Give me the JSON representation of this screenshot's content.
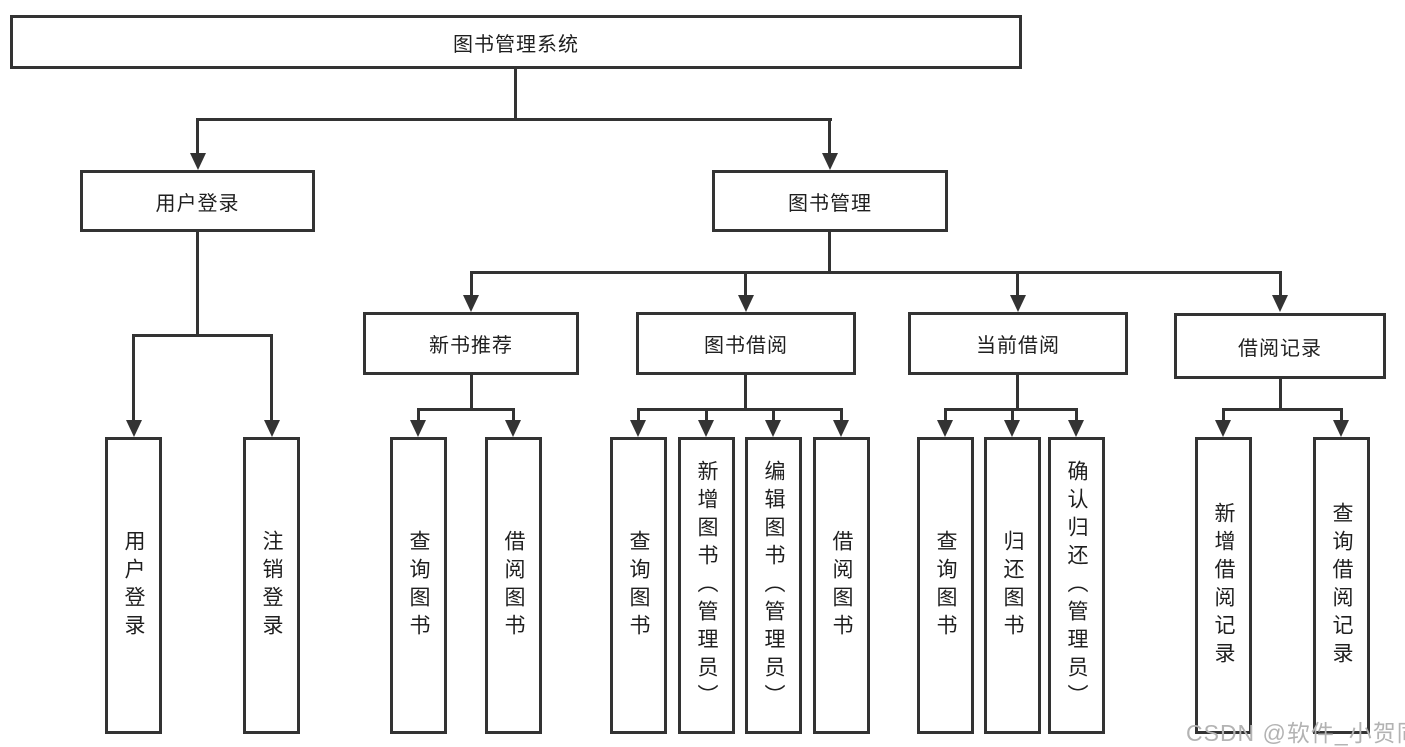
{
  "diagram_title": "图书管理系统",
  "colors": {
    "line": "#333333",
    "text": "#1f1f1f",
    "background": "#ffffff",
    "watermark": "#b3b3b3"
  },
  "watermark": {
    "text": "CSDN @软件_小贺同学"
  },
  "tree": {
    "label": "图书管理系统",
    "children": [
      {
        "label": "用户登录",
        "children": [
          {
            "label": "用户登录"
          },
          {
            "label": "注销登录"
          }
        ]
      },
      {
        "label": "图书管理",
        "children": [
          {
            "label": "新书推荐",
            "children": [
              {
                "label": "查询图书"
              },
              {
                "label": "借阅图书"
              }
            ]
          },
          {
            "label": "图书借阅",
            "children": [
              {
                "label": "查询图书"
              },
              {
                "label": "新增图书（管理员）"
              },
              {
                "label": "编辑图书（管理员）"
              },
              {
                "label": "借阅图书"
              }
            ]
          },
          {
            "label": "当前借阅",
            "children": [
              {
                "label": "查询图书"
              },
              {
                "label": "归还图书"
              },
              {
                "label": "确认归还（管理员）"
              }
            ]
          },
          {
            "label": "借阅记录",
            "children": [
              {
                "label": "新增借阅记录"
              },
              {
                "label": "查询借阅记录"
              }
            ]
          }
        ]
      }
    ]
  }
}
